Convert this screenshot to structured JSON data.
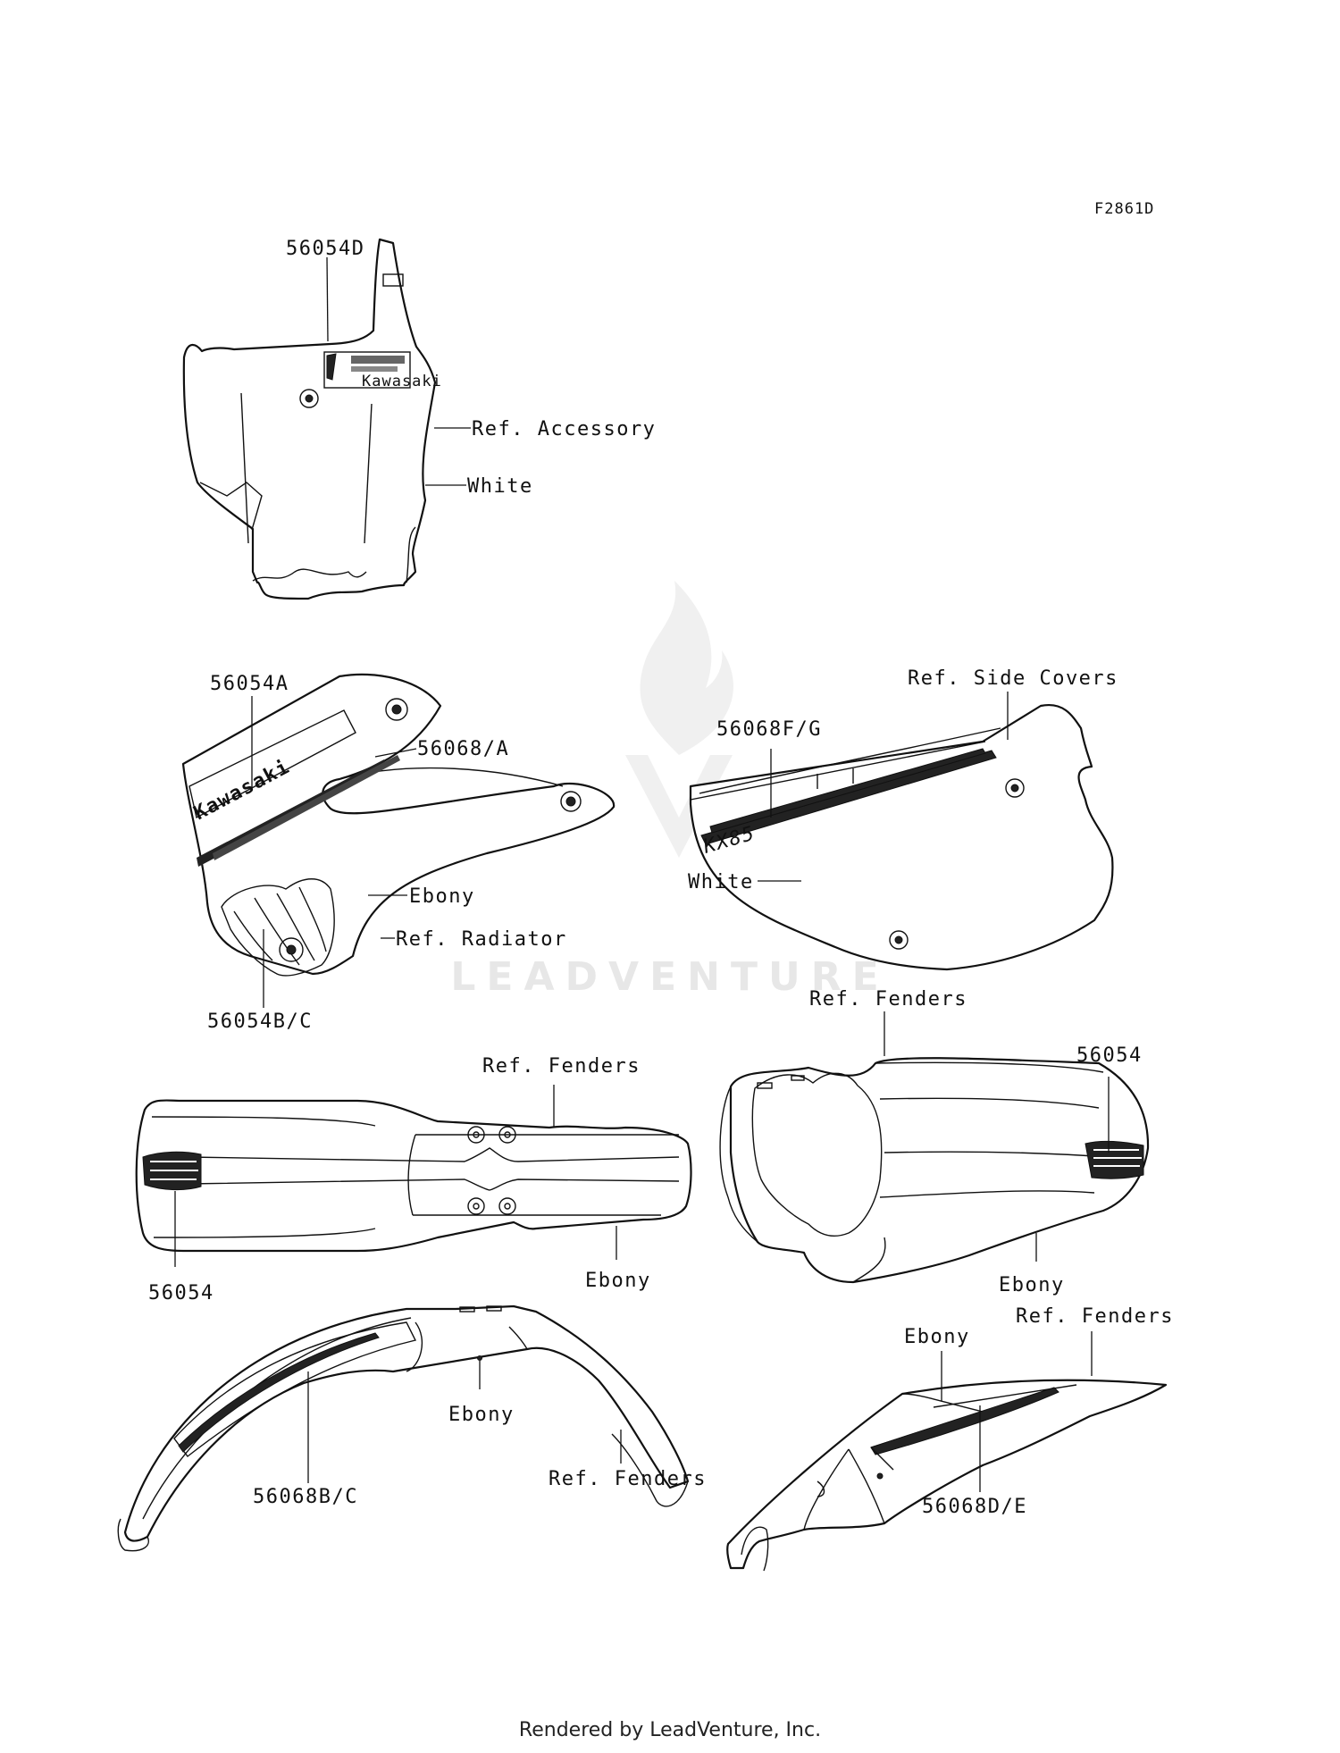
{
  "figure_code": "F2861D",
  "labels": {
    "number_plate_part": "56054D",
    "ref_accessory": "Ref. Accessory",
    "white_number_plate": "White",
    "shroud_part_a": "56054A",
    "shroud_part_stripe": "56068/A",
    "ebony_shroud": "Ebony",
    "ref_radiator": "Ref. Radiator",
    "shroud_part_bc": "56054B/C",
    "ref_side_covers": "Ref. Side Covers",
    "side_cover_part": "56068F/G",
    "white_side_cover": "White",
    "ref_fenders_top_right": "Ref. Fenders",
    "rear_top_part": "56054",
    "rear_top_ebony": "Ebony",
    "ref_fenders_mid_left": "Ref. Fenders",
    "front_top_part": "56054",
    "front_top_ebony": "Ebony",
    "front_side_ebony": "Ebony",
    "front_side_part": "56068B/C",
    "ref_fenders_front_side": "Ref. Fenders",
    "rear_side_ebony": "Ebony",
    "ref_fenders_rear_side": "Ref. Fenders",
    "rear_side_part": "56068D/E"
  },
  "decal_text": {
    "shroud_brand": "Kawasaki",
    "side_cover_model": "KX85",
    "plate_brand": "Kawasaki"
  },
  "watermark": "LEADVENTURE",
  "footer": "Rendered by LeadVenture, Inc."
}
